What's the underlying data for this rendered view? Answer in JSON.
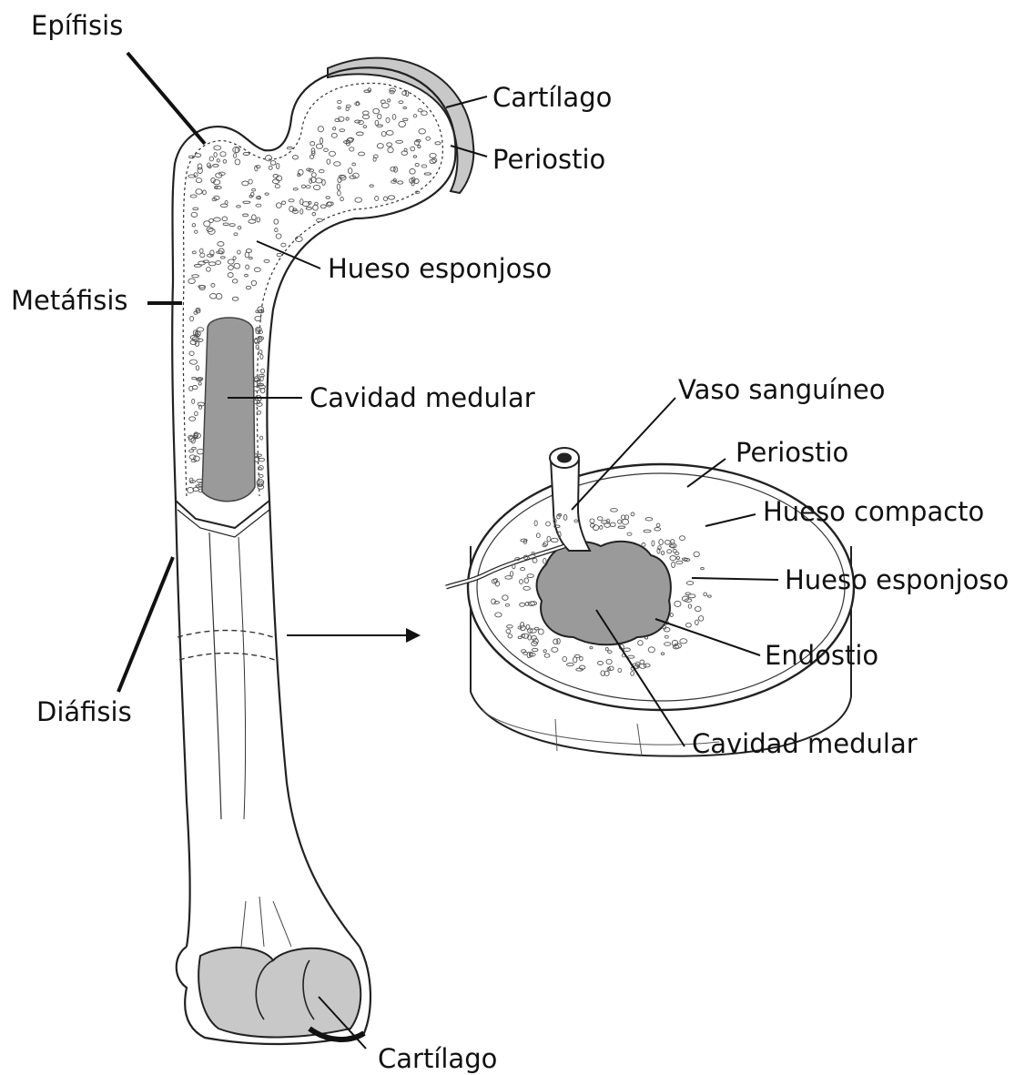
{
  "labels": {
    "epifisis": "Epífisis",
    "cartilago_top": "Cartílago",
    "periostio_bone": "Periostio",
    "hueso_esponjoso_bone": "Hueso esponjoso",
    "metafisis": "Metáfisis",
    "cavidad_medular_bone": "Cavidad medular",
    "diafisis": "Diáfisis",
    "cartilago_bottom": "Cartílago",
    "vaso_sanguineo": "Vaso sanguíneo",
    "periostio_section": "Periostio",
    "hueso_compacto": "Hueso compacto",
    "hueso_esponjoso_section": "Hueso esponjoso",
    "endostio": "Endostio",
    "cavidad_medular_section": "Cavidad medular"
  },
  "colors": {
    "line": "#222222",
    "marrow_fill": "#9a9a9a",
    "cartilage_fill": "#c8c8c8",
    "bone_fill": "#ffffff"
  }
}
